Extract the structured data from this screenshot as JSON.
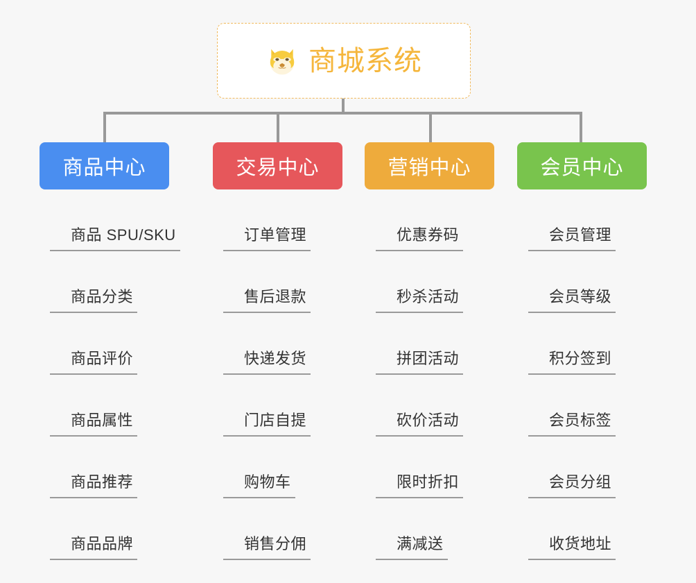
{
  "root": {
    "title": "商城系统",
    "icon": "shiba-dog-icon",
    "color": "#f5b63c",
    "border_color": "#f0b95c",
    "background": "#ffffff"
  },
  "canvas": {
    "background": "#f7f7f7",
    "connector_color": "#999999"
  },
  "columns": [
    {
      "title": "商品中心",
      "color": "#4a8ef0",
      "items": [
        "商品 SPU/SKU",
        "商品分类",
        "商品评价",
        "商品属性",
        "商品推荐",
        "商品品牌"
      ]
    },
    {
      "title": "交易中心",
      "color": "#e6575b",
      "items": [
        "订单管理",
        "售后退款",
        "快递发货",
        "门店自提",
        "购物车",
        "销售分佣"
      ]
    },
    {
      "title": "营销中心",
      "color": "#eeab3c",
      "items": [
        "优惠券码",
        "秒杀活动",
        "拼团活动",
        "砍价活动",
        "限时折扣",
        "满减送"
      ]
    },
    {
      "title": "会员中心",
      "color": "#79c44d",
      "items": [
        "会员管理",
        "会员等级",
        "积分签到",
        "会员标签",
        "会员分组",
        "收货地址"
      ]
    }
  ]
}
